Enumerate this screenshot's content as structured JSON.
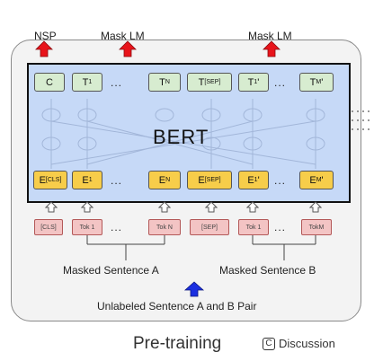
{
  "top_labels": {
    "nsp": "NSP",
    "mask_lm_1": "Mask LM",
    "mask_lm_2": "Mask LM"
  },
  "model_name": "BERT",
  "outputs": {
    "c": "C",
    "t1": "T",
    "t1_sub": "1",
    "dots1": "...",
    "tn": "T",
    "tn_sub": "N",
    "tsep": "T",
    "tsep_sub": "[SEP]",
    "t1p": "T",
    "t1p_sub": "1",
    "t1p_prime": "'",
    "dots2": "...",
    "tm": "T",
    "tm_sub": "M",
    "tm_prime": "'"
  },
  "embeddings": {
    "ecls": "E",
    "ecls_sub": "[CLS]",
    "e1": "E",
    "e1_sub": "1",
    "dots1": "...",
    "en": "E",
    "en_sub": "N",
    "esep": "E",
    "esep_sub": "[SEP]",
    "e1p": "E",
    "e1p_sub": "1",
    "e1p_prime": "'",
    "dots2": "...",
    "em": "E",
    "em_sub": "M",
    "em_prime": "'"
  },
  "tokens": {
    "cls": "[CLS]",
    "tok1": "Tok 1",
    "dots1": "...",
    "tokn": "Tok N",
    "sep": "[SEP]",
    "tok1b": "Tok 1",
    "dots2": "...",
    "tokm": "TokM"
  },
  "bottom_labels": {
    "sentence_a": "Masked Sentence A",
    "sentence_b": "Masked Sentence B",
    "pair": "Unlabeled Sentence A and B Pair"
  },
  "caption": "Pre-training",
  "discussion": {
    "icon_glyph": "C",
    "label": "Discussion"
  },
  "colors": {
    "frame_bg": "#f3f3f3",
    "bert_bg": "#c6d9f7",
    "output_node": "#d7ecd0",
    "embedding_node": "#f7cd4a",
    "token_node": "#f3c4c4",
    "red_arrow": "#e8141b",
    "blue_arrow": "#1b2fe0"
  }
}
